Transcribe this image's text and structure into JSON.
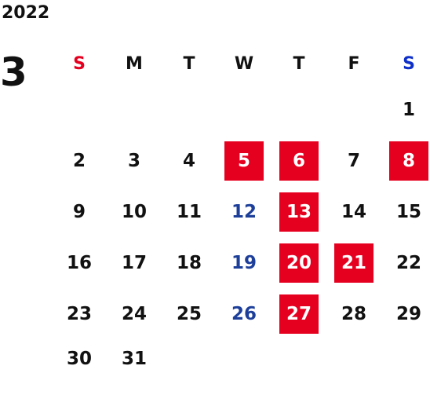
{
  "calendar": {
    "year": "2022",
    "month": "3",
    "weekdays": [
      "S",
      "M",
      "T",
      "W",
      "T",
      "F",
      "S"
    ],
    "first_weekday_index": 6,
    "days": [
      "1",
      "2",
      "3",
      "4",
      "5",
      "6",
      "7",
      "8",
      "9",
      "10",
      "11",
      "12",
      "13",
      "14",
      "15",
      "16",
      "17",
      "18",
      "19",
      "20",
      "21",
      "22",
      "23",
      "24",
      "25",
      "26",
      "27",
      "28",
      "29",
      "30",
      "31"
    ],
    "highlighted_days": [
      "5",
      "6",
      "8",
      "13",
      "20",
      "21",
      "27"
    ],
    "blue_days": [
      "12",
      "19",
      "26"
    ],
    "colors": {
      "holiday_red": "#e60020",
      "saturday_blue": "#1d3f9a",
      "header_sunday": "#e60020",
      "header_saturday": "#0e2fc8",
      "text": "#111111",
      "background": "#ffffff"
    }
  }
}
